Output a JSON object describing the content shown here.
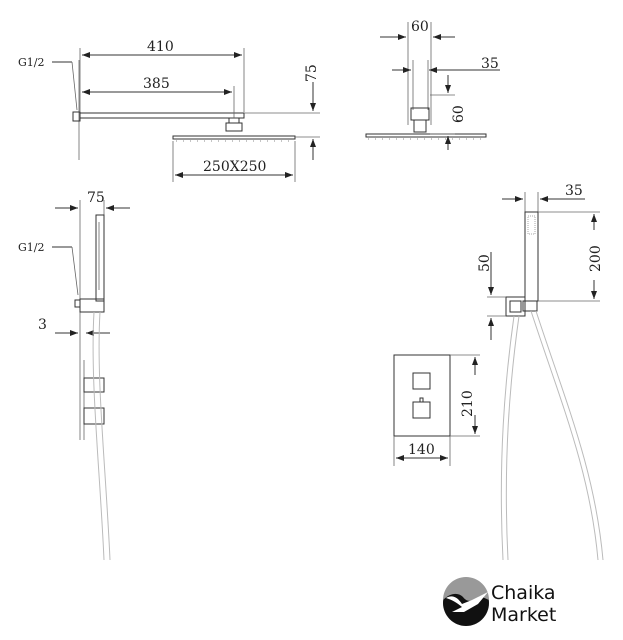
{
  "overhead_shower_side": {
    "inlet_label": "G1/2",
    "arm_length": "410",
    "arm_to_head": "385",
    "drop": "75",
    "head_size": "250X250"
  },
  "overhead_shower_front": {
    "arm_width": "60",
    "arm_inner": "35",
    "connector_height": "60"
  },
  "hand_shower_side": {
    "projection": "75",
    "inlet_label": "G1/2",
    "plate_thickness": "3"
  },
  "hand_shower_front": {
    "handle_width": "35",
    "handle_length": "200",
    "holder_height": "50"
  },
  "valve_plate": {
    "height": "210",
    "width": "140"
  },
  "logo": {
    "line1": "Chaika",
    "line2": "Market"
  }
}
